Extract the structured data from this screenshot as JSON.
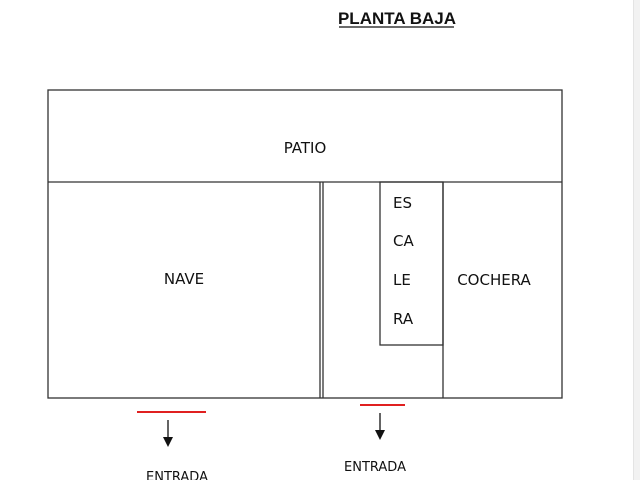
{
  "title": "PLANTA BAJA",
  "rooms": {
    "patio": "PATIO",
    "nave": "NAVE",
    "cochera": "COCHERA",
    "escalera": [
      "ES",
      "CA",
      "LE",
      "RA"
    ]
  },
  "entrances": [
    "ENTRADA",
    "ENTRADA"
  ],
  "colors": {
    "walls": "#333333",
    "entrance_mark": "#e02020"
  }
}
